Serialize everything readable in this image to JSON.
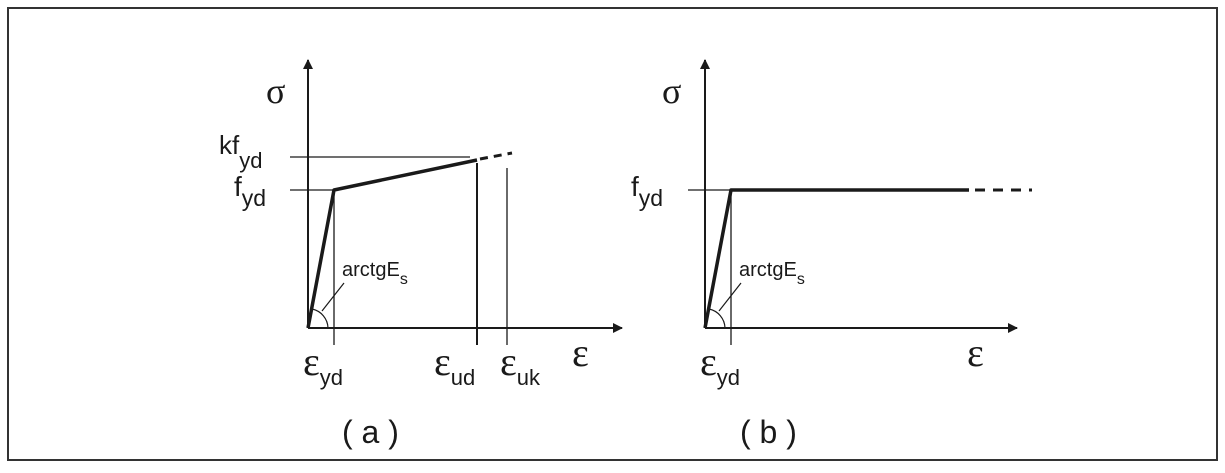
{
  "diagram": {
    "frame": {
      "stroke": "#333333"
    },
    "panel_a": {
      "caption": "( a )",
      "y_axis_symbol": "σ",
      "x_axis_symbol": "ε",
      "label_kf": {
        "main": "kf",
        "sub": "yd"
      },
      "label_f": {
        "main": "f",
        "sub": "yd"
      },
      "label_arctg": {
        "main": "arctgE",
        "sub": "s"
      },
      "label_eps_yd": {
        "main": "ε",
        "sub": "yd"
      },
      "label_eps_ud": {
        "main": "ε",
        "sub": "ud"
      },
      "label_eps_uk": {
        "main": "ε",
        "sub": "uk"
      }
    },
    "panel_b": {
      "caption": "( b )",
      "y_axis_symbol": "σ",
      "x_axis_symbol": "ε",
      "label_f": {
        "main": "f",
        "sub": "yd"
      },
      "label_arctg": {
        "main": "arctgE",
        "sub": "s"
      },
      "label_eps_yd": {
        "main": "ε",
        "sub": "yd"
      }
    }
  }
}
